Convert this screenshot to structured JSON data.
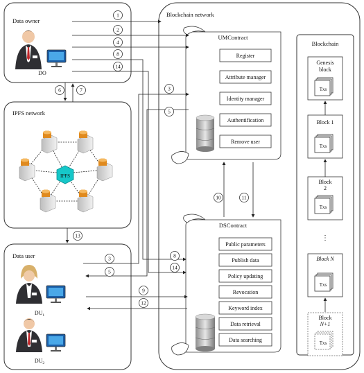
{
  "panels": {
    "data_owner": "Data owner",
    "do_label": "DO",
    "ipfs": "IPFS network",
    "ipfs_hub": "IPFS",
    "data_user": "Data user",
    "du1": "DU",
    "du1_sub": "1",
    "du2": "DU",
    "du2_sub": "2",
    "blockchain_network": "Blockchain network",
    "blockchain": "Blockchain"
  },
  "umcontract": {
    "title": "UMContract",
    "items": [
      "Register",
      "Attribute manager",
      "Identity manager",
      "Authentification",
      "Remove user"
    ]
  },
  "dscontract": {
    "title": "DSContract",
    "items": [
      "Public parameters",
      "Publish data",
      "Policy updating",
      "Revocation",
      "Keyword index",
      "Data retrieval",
      "Data searching"
    ]
  },
  "chain": {
    "genesis": [
      "Genesis",
      "block"
    ],
    "block1": "Block 1",
    "block2": [
      "Block",
      "2"
    ],
    "ellipsis": "⋮",
    "blockN": "Block N",
    "blockN1": [
      "Block",
      "N+1"
    ],
    "txs": "Txs"
  },
  "steps": [
    "1",
    "2",
    "4",
    "8",
    "14",
    "3",
    "5",
    "6",
    "7",
    "10",
    "11",
    "13",
    "3",
    "5",
    "8",
    "14",
    "9",
    "12"
  ],
  "colors": {
    "hexagon": "#16c7c9",
    "server": "#cfcfcf",
    "disk": "#e08a1e"
  }
}
